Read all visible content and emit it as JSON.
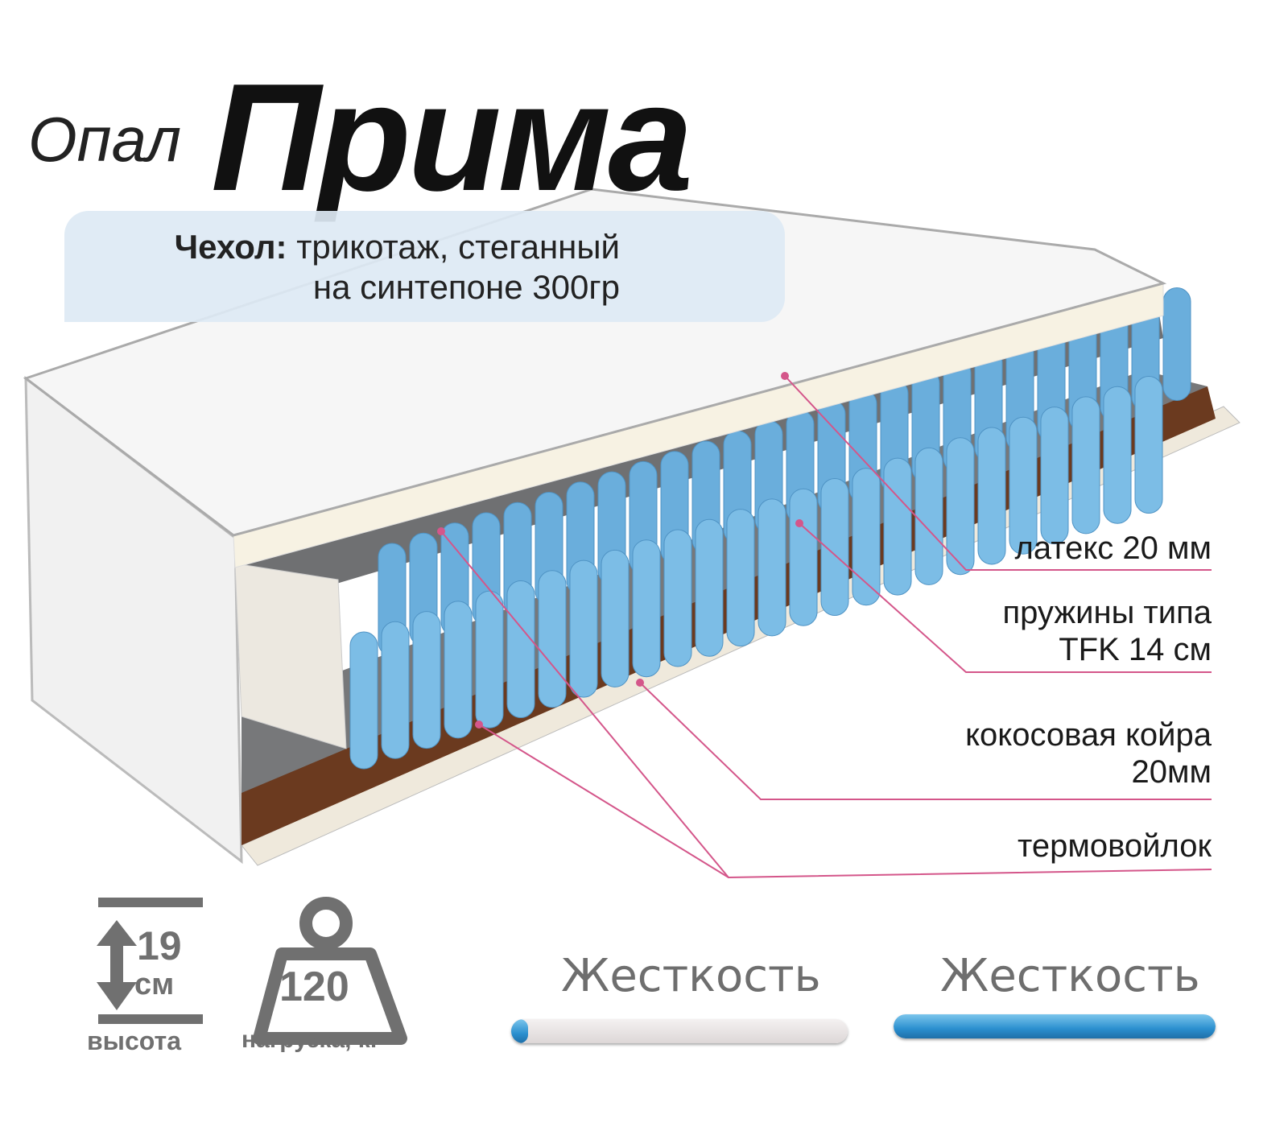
{
  "title": {
    "brand": "Опал",
    "model": "Прима"
  },
  "cover": {
    "label": "Чехол:",
    "line1": "трикотаж, стеганный",
    "line2": "на синтепоне 300гр"
  },
  "layers": [
    {
      "line1": "латекс 20 мм"
    },
    {
      "line1": "пружины типа",
      "line2": "TFK 14 см"
    },
    {
      "line1": "кокосовая койра",
      "line2": "20мм"
    },
    {
      "line1": "термовойлок"
    }
  ],
  "specs": {
    "height_value": "19",
    "height_unit": "см",
    "height_label": "высота",
    "load_value": "120",
    "load_label": "нагрузка, кг"
  },
  "hardness": [
    {
      "label": "Жесткость",
      "level_percent": 5
    },
    {
      "label": "Жесткость",
      "level_percent": 100
    }
  ],
  "colors": {
    "accent_line": "#d4568a",
    "spring": "#7cbde6",
    "coco": "#6b3a1f",
    "felt": "#77787a",
    "icon_grey": "#707070"
  }
}
